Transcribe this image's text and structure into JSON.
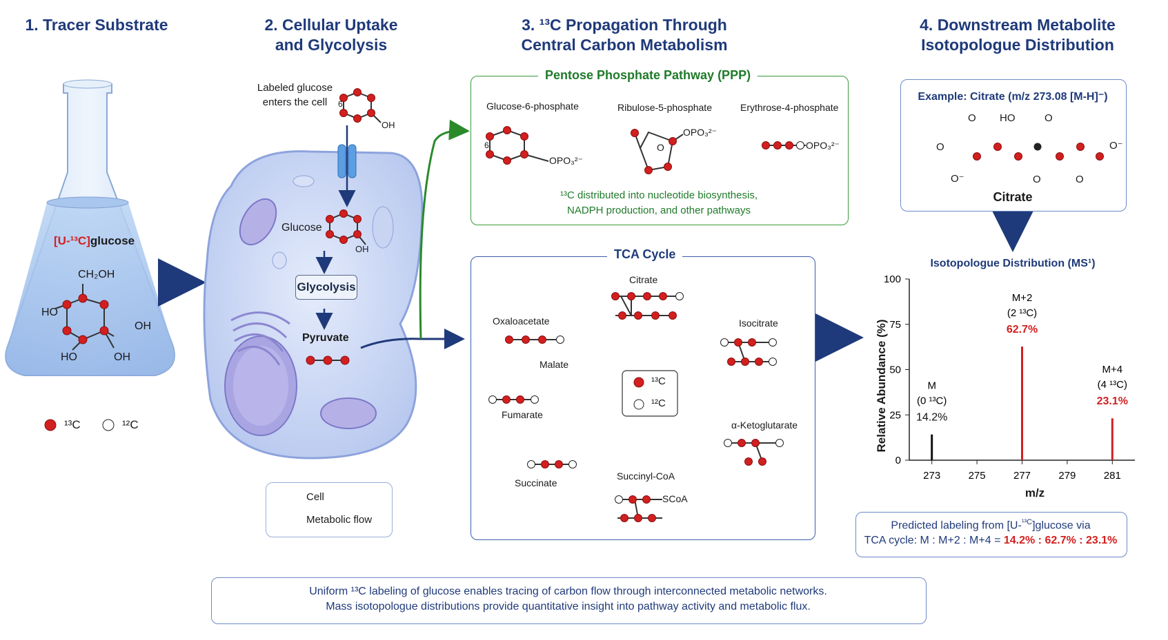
{
  "sections": {
    "s1": "1. Tracer Substrate",
    "s2": "2. Cellular Uptake and Glycolysis",
    "s3": "3. ¹³C Propagation Through Central Carbon Metabolism",
    "s4": "4. Downstream Metabolite Isotopologue Distribution"
  },
  "flask": {
    "label_prefix": "[U-¹³C]",
    "label_suffix": "glucose",
    "ch2oh": "CH₂OH",
    "ho_left": "HO",
    "oh_right": "OH",
    "ho_bottom": "HO",
    "oh_bottom": "OH",
    "legend_13c": "¹³C",
    "legend_12c": "¹²C"
  },
  "cell": {
    "entry_label": "Labeled glucose enters the cell",
    "six": "6",
    "oh": "OH",
    "glucose": "Glucose",
    "glucose_oh": "OH",
    "glycolysis": "Glycolysis",
    "pyruvate": "Pyruvate",
    "legend_cell": "Cell",
    "legend_flow": "Metabolic flow"
  },
  "ppp": {
    "title": "Pentose Phosphate Pathway (PPP)",
    "g6p": "Glucose-6-phosphate",
    "r5p": "Ribulose-5-phosphate",
    "e4p": "Erythrose-4-phosphate",
    "six": "6",
    "opo3": "OPO₃²⁻",
    "note1": "¹³C distributed into nucleotide biosynthesis,",
    "note2": "NADPH production, and other pathways"
  },
  "tca": {
    "title": "TCA Cycle",
    "citrate": "Citrate",
    "isocitrate": "Isocitrate",
    "akg": "α-Ketoglutarate",
    "succoa": "Succinyl-CoA",
    "scoa": "SCoA",
    "succinate": "Succinate",
    "fumarate": "Fumarate",
    "malate": "Malate",
    "oaa": "Oxaloacetate",
    "legend_13c": "¹³C",
    "legend_12c": "¹²C"
  },
  "downstream": {
    "example": "Example: Citrate (m/z 273.08 [M-H]⁻)",
    "o": "O",
    "ho": "HO",
    "o_minus": "O⁻",
    "citrate": "Citrate",
    "dist_title": "Isotopologue Distribution (MS¹)",
    "ylabel": "Relative Abundance (%)",
    "xlabel": "m/z",
    "pred1_prefix": "Predicted labeling from [U-",
    "pred1_sup": "¹³C",
    "pred1_suffix": "]glucose via",
    "pred2_prefix": "TCA cycle: M : M+2 : M+4 = ",
    "pred2_values": "14.2% : 62.7% : 23.1%"
  },
  "chart_data": {
    "type": "bar",
    "title": "Isotopologue Distribution (MS¹)",
    "xlabel": "m/z",
    "ylabel": "Relative Abundance (%)",
    "xlim": [
      272,
      282
    ],
    "ylim": [
      0,
      100
    ],
    "xticks": [
      273,
      275,
      277,
      279,
      281
    ],
    "yticks": [
      0,
      25,
      50,
      75,
      100
    ],
    "peaks": [
      {
        "x": 273,
        "value": 14.2,
        "name": "M",
        "sub": "(0 ¹³C)",
        "label": "14.2%",
        "color": "#111111"
      },
      {
        "x": 277,
        "value": 62.7,
        "name": "M+2",
        "sub": "(2 ¹³C)",
        "label": "62.7%",
        "color": "#d21f1f"
      },
      {
        "x": 281,
        "value": 23.1,
        "name": "M+4",
        "sub": "(4 ¹³C)",
        "label": "23.1%",
        "color": "#d21f1f"
      }
    ]
  },
  "footer": {
    "line1": "Uniform ¹³C labeling of glucose enables tracing of carbon flow through interconnected metabolic networks.",
    "line2": "Mass isotopologue distributions provide quantitative insight into pathway activity and metabolic flux."
  },
  "colors": {
    "c13": "#d21f1f",
    "c12": "#ffffff",
    "navy": "#1f3a7a",
    "green": "#1f7a2a"
  }
}
